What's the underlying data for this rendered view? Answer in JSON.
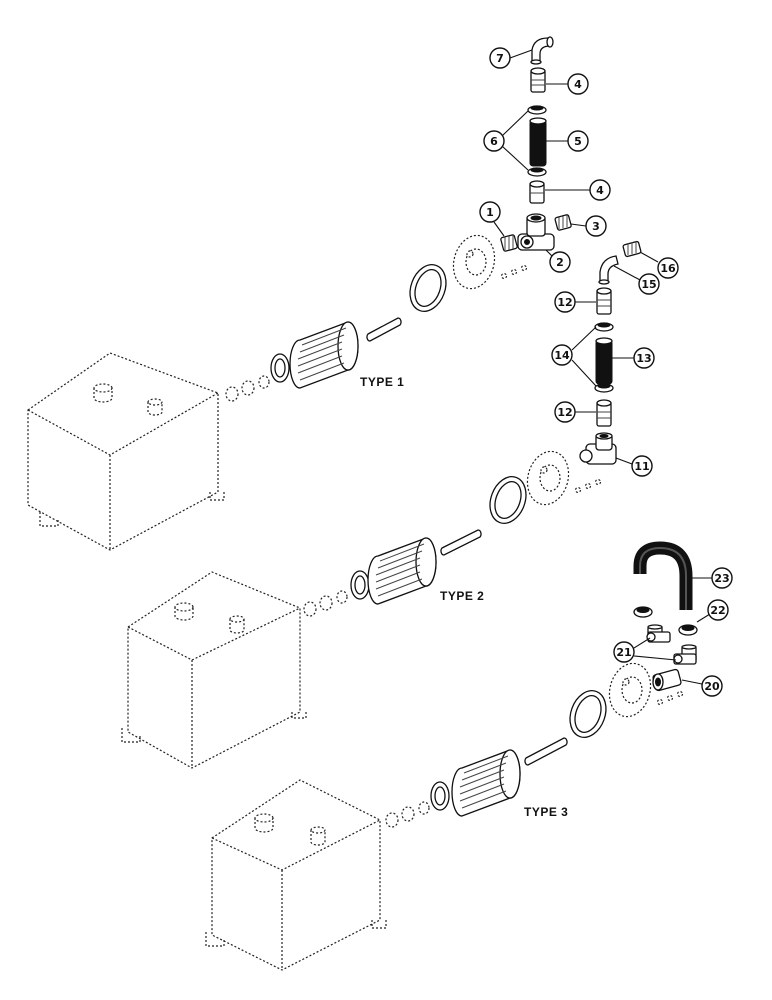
{
  "type_labels": {
    "type1": "TYPE 1",
    "type2": "TYPE 2",
    "type3": "TYPE 3"
  },
  "callouts": {
    "c1": "1",
    "c2": "2",
    "c3": "3",
    "c4a": "4",
    "c4b": "4",
    "c5": "5",
    "c6": "6",
    "c7": "7",
    "c11": "11",
    "c12a": "12",
    "c12b": "12",
    "c13": "13",
    "c14": "14",
    "c15": "15",
    "c16": "16",
    "c20": "20",
    "c21": "21",
    "c22": "22",
    "c23": "23"
  },
  "colors": {
    "ink": "#111111",
    "paper": "#ffffff"
  }
}
